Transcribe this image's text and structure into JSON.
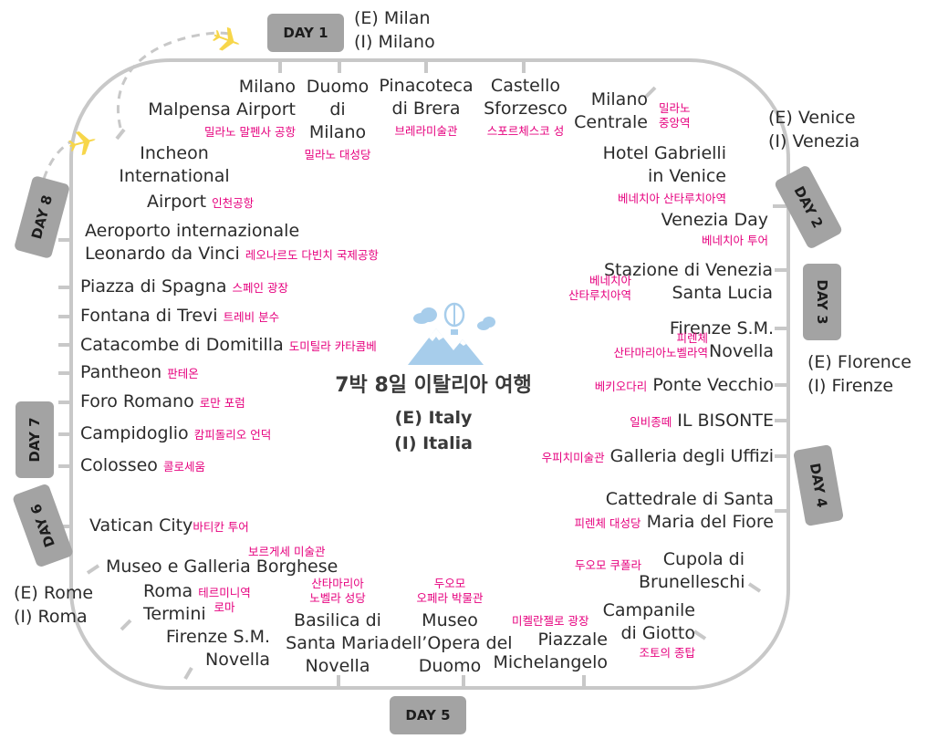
{
  "days": [
    "DAY 1",
    "DAY 2",
    "DAY 3",
    "DAY 4",
    "DAY 5",
    "DAY 6",
    "DAY 7",
    "DAY 8"
  ],
  "regions": {
    "milan": [
      "(E) Milan",
      "(I) Milano"
    ],
    "venice": [
      "(E) Venice",
      "(I) Venezia"
    ],
    "florence": [
      "(E) Florence",
      "(I) Firenze"
    ],
    "rome": [
      "(E) Rome",
      "(I) Roma"
    ]
  },
  "center": {
    "title": "7박 8일 이탈리아 여행",
    "line1": "(E) Italy",
    "line2": "(I) Italia"
  },
  "places": {
    "malpensa": {
      "name": [
        "Milano",
        "Malpensa Airport"
      ],
      "ko": "밀라노 말펜사 공항"
    },
    "duomo_milano": {
      "name": [
        "Duomo",
        "di",
        "Milano"
      ],
      "ko": "밀라노 대성당"
    },
    "brera": {
      "name": [
        "Pinacoteca",
        "di Brera"
      ],
      "ko": "브레라미술관"
    },
    "sforzesco": {
      "name": [
        "Castello",
        "Sforzesco"
      ],
      "ko": "스포르체스코 성"
    },
    "centrale": {
      "name": [
        "Milano",
        "Centrale"
      ],
      "ko": [
        "밀라노",
        "중앙역"
      ]
    },
    "gabrielli": {
      "name": [
        "Hotel Gabrielli",
        "in Venice"
      ],
      "ko": "베네치아 산타루치아역"
    },
    "venezia_day": {
      "name": "Venezia Day",
      "ko": "베네치아 투어"
    },
    "santa_lucia": {
      "name": [
        "Stazione di Venezia",
        "Santa Lucia"
      ],
      "ko": [
        "베네치아",
        "산타루치아역"
      ]
    },
    "firenze_smn_east": {
      "name": [
        "Firenze S.M.",
        "Novella"
      ],
      "ko": [
        "피렌체",
        "산타마리아노벨라역"
      ]
    },
    "ponte_vecchio": {
      "name": "Ponte Vecchio",
      "ko": "베키오다리"
    },
    "bisonte": {
      "name": "IL BISONTE",
      "ko": "일비종떼"
    },
    "uffizi": {
      "name": "Galleria degli Uffizi",
      "ko": "우피치미술관"
    },
    "santa_maria_fiore": {
      "name": [
        "Cattedrale di Santa",
        "Maria del Fiore"
      ],
      "ko": "피렌체 대성당"
    },
    "cupola": {
      "name": [
        "Cupola di",
        "Brunelleschi"
      ],
      "ko": "두오모 쿠폴라"
    },
    "campanile": {
      "name": [
        "Campanile",
        "di Giotto"
      ],
      "ko": "조토의 종탑"
    },
    "michelangelo": {
      "name": [
        "Piazzale",
        "Michelangelo"
      ],
      "ko": "미켈란젤로 광장"
    },
    "opera_duomo": {
      "name": [
        "Museo",
        "dell’Opera del",
        "Duomo"
      ],
      "ko": [
        "두오모",
        "오페라 박물관"
      ]
    },
    "basilica_smn": {
      "name": [
        "Basilica di",
        "Santa Maria",
        "Novella"
      ],
      "ko": [
        "산타마리아",
        "노벨라 성당"
      ]
    },
    "firenze_smn_south": {
      "name": [
        "Firenze S.M.",
        "Novella"
      ]
    },
    "termini": {
      "name": [
        "Roma",
        "Termini"
      ],
      "ko": [
        "테르미니역",
        "로마"
      ]
    },
    "borghese": {
      "name": "Museo e Galleria Borghese",
      "ko": "보르게세 미술관"
    },
    "vatican": {
      "name": "Vatican City",
      "ko": "바티칸 투어"
    },
    "colosseo": {
      "name": "Colosseo",
      "ko": "콜로세움"
    },
    "campidoglio": {
      "name": "Campidoglio",
      "ko": "캄피돌리오 언덕"
    },
    "foro": {
      "name": "Foro Romano",
      "ko": "로만 포럼"
    },
    "pantheon": {
      "name": "Pantheon",
      "ko": "판테온"
    },
    "catacombe": {
      "name": "Catacombe di Domitilla",
      "ko": "도미틸라 카타콤베"
    },
    "trevi": {
      "name": "Fontana di Trevi",
      "ko": "트레비 분수"
    },
    "spagna": {
      "name": "Piazza di Spagna",
      "ko": "스페인 광장"
    },
    "fiumicino": {
      "name": [
        "Aeroporto internazionale",
        "Leonardo da Vinci"
      ],
      "ko": "레오나르도 다빈치 국제공항"
    },
    "incheon": {
      "name": [
        "Incheon",
        "International",
        "Airport"
      ],
      "ko": "인천공항"
    }
  },
  "colors": {
    "route": "#c8c8c8",
    "day_box": "#a3a3a3",
    "korean": "#e6007e",
    "plane": "#f7d64a",
    "mountain": "#a7cdeb",
    "text": "#2b2b2b"
  }
}
